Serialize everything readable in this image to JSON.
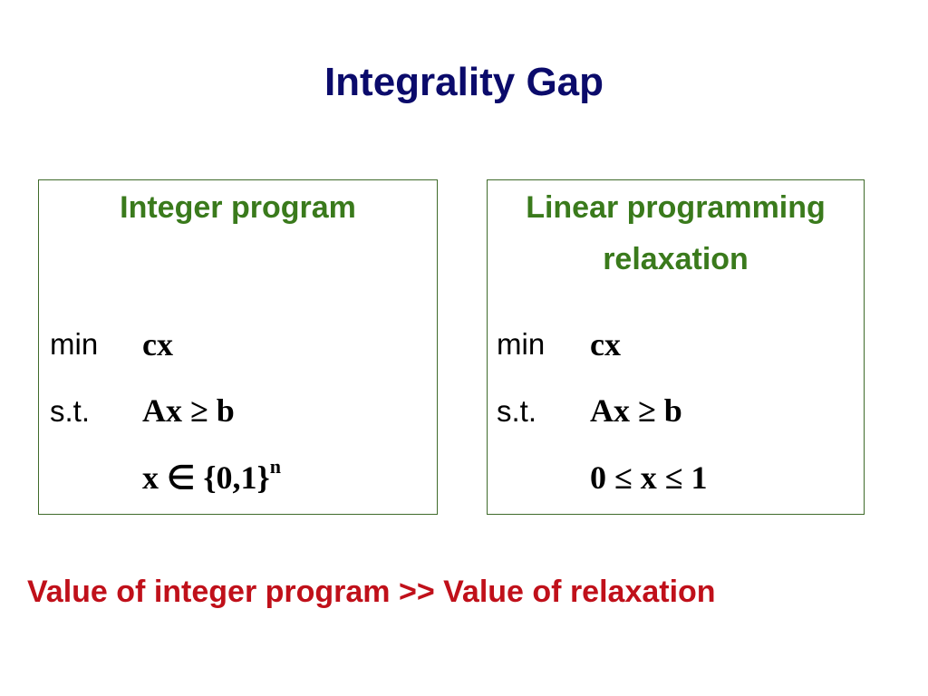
{
  "title": "Integrality Gap",
  "left_box": {
    "heading": "Integer program",
    "rows": [
      {
        "label": "min",
        "expr": "cx"
      },
      {
        "label": "s.t.",
        "expr": "Ax ≥ b"
      },
      {
        "label": "",
        "expr": "x ∈ {0,1}",
        "sup": "n"
      }
    ]
  },
  "right_box": {
    "heading_line1": "Linear programming",
    "heading_line2": "relaxation",
    "rows": [
      {
        "label": "min",
        "expr": "cx"
      },
      {
        "label": "s.t.",
        "expr": "Ax ≥ b"
      },
      {
        "label": "",
        "expr": "0 ≤ x ≤ 1"
      }
    ]
  },
  "conclusion": "Value of integer program >> Value of relaxation",
  "colors": {
    "title": "#0b0b6b",
    "heading": "#3a7a1c",
    "border": "#3f6b2a",
    "conclusion": "#c0101a"
  }
}
